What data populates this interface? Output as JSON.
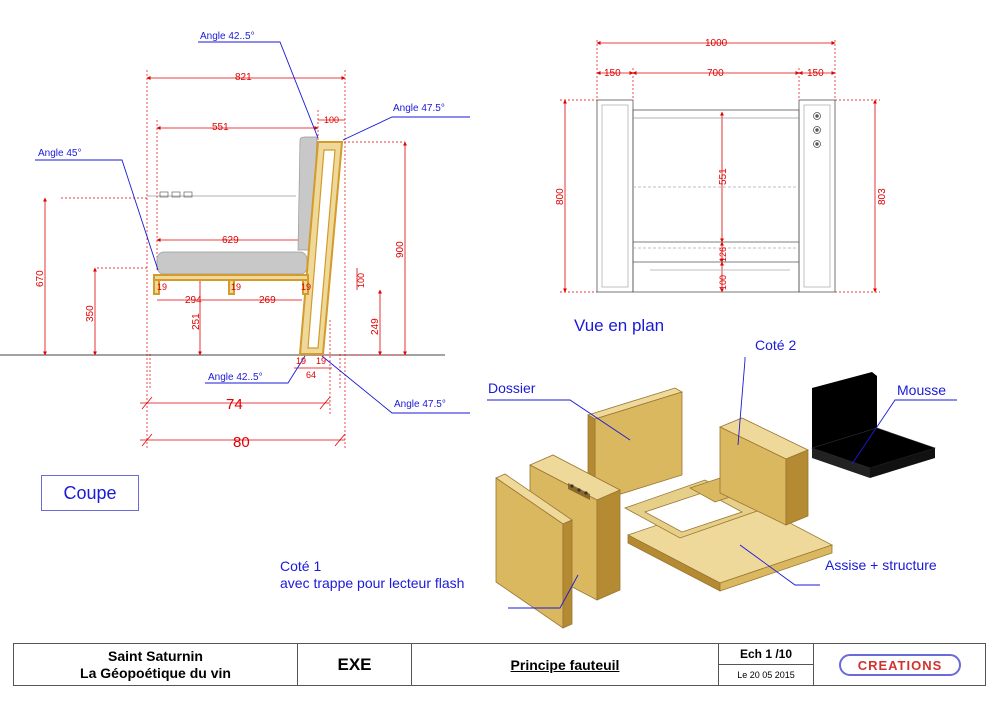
{
  "colors": {
    "dimension": "#e00000",
    "label": "#1a1ad8",
    "wood_light": "#eed99a",
    "wood_mid": "#d9b860",
    "wood_dark": "#b48a33",
    "frame": "#d49a2a",
    "cushion": "#c8c8c8",
    "foam": "#000000"
  },
  "section": {
    "title": "Coupe",
    "angles": [
      "Angle 42..5°",
      "Angle 47.5°",
      "Angle 45°",
      "Angle 42..5°",
      "Angle 47.5°"
    ],
    "dims": {
      "d821": "821",
      "d551": "551",
      "d100top": "100",
      "d629": "629",
      "d294": "294",
      "d269": "269",
      "d251": "251",
      "d249": "249",
      "d900": "900",
      "d100side": "100",
      "d670": "670",
      "d350": "350",
      "d19a": "19",
      "d19b": "19",
      "d19c": "19",
      "d19d": "19",
      "d19e": "19",
      "d64": "64",
      "d74": "74",
      "d80": "80"
    }
  },
  "plan": {
    "title": "Vue en plan",
    "dims": {
      "d1000": "1000",
      "d150l": "150",
      "d700": "700",
      "d150r": "150",
      "d800": "800",
      "d803": "803",
      "d551": "551",
      "d126": "126",
      "d100": "100"
    }
  },
  "exploded": {
    "labels": {
      "dossier": "Dossier",
      "cote2": "Coté 2",
      "mousse": "Mousse",
      "cote1_line1": "Coté 1",
      "cote1_line2": "avec trappe pour lecteur flash",
      "assise": "Assise + structure"
    }
  },
  "cartouche": {
    "client_line1": "Saint Saturnin",
    "client_line2": "La Géopoétique du vin",
    "phase": "EXE",
    "drawing_title": "Principe  fauteuil",
    "scale": "Ech 1 /10",
    "date": "Le 20 05 2015",
    "logo_text": "CREATIONS"
  }
}
